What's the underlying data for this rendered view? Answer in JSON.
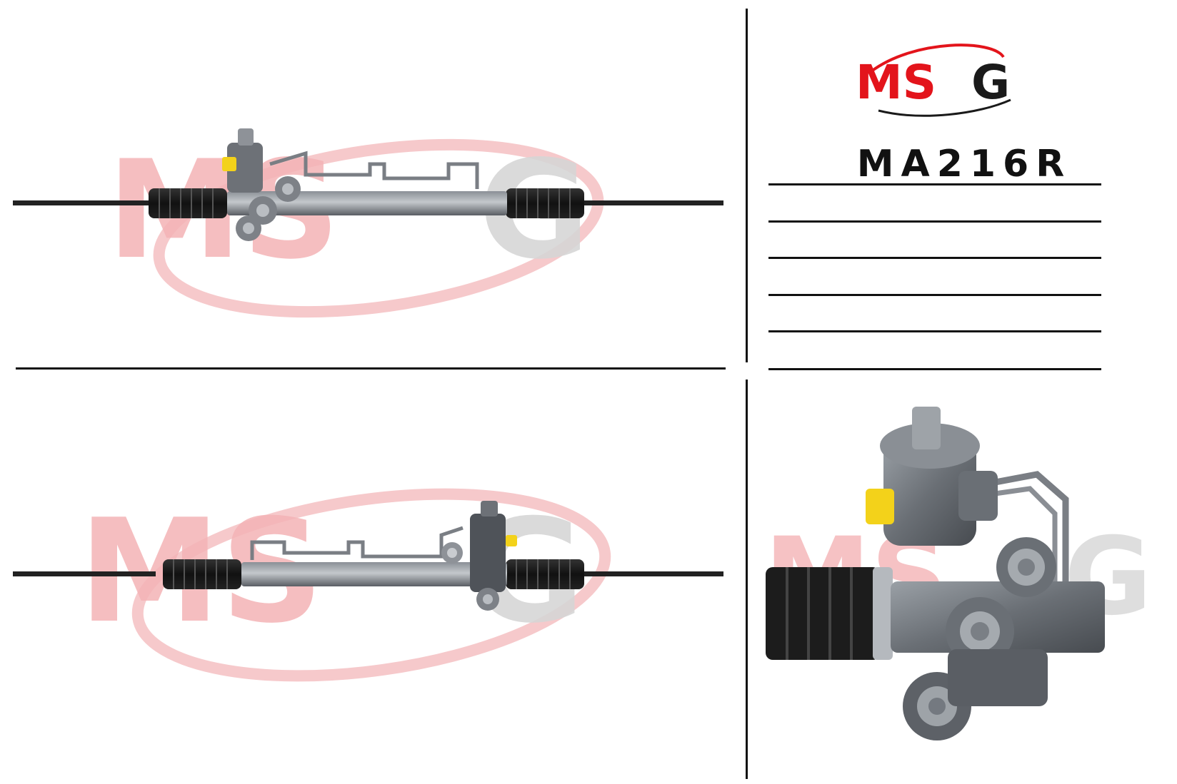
{
  "brand": {
    "logo_text": "MSG",
    "colors": {
      "red": "#e3141b",
      "black": "#1a1a1a",
      "watermark_red": "#f4b3b6",
      "watermark_gray": "#d6d6d6"
    }
  },
  "product": {
    "part_number": "MA216R"
  },
  "spec_lines": {
    "count": 6
  },
  "views": [
    {
      "name": "top-view"
    },
    {
      "name": "bottom-view"
    },
    {
      "name": "detail-view"
    }
  ]
}
